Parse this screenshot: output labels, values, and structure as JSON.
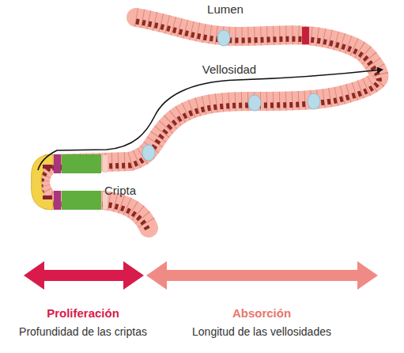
{
  "diagram": {
    "labels": [
      "Lumen",
      "Vellosidad",
      "Cripta",
      "Proliferación",
      "Profundidad de las criptas",
      "Absorción",
      "Longitud de las vellosidades"
    ]
  }
}
